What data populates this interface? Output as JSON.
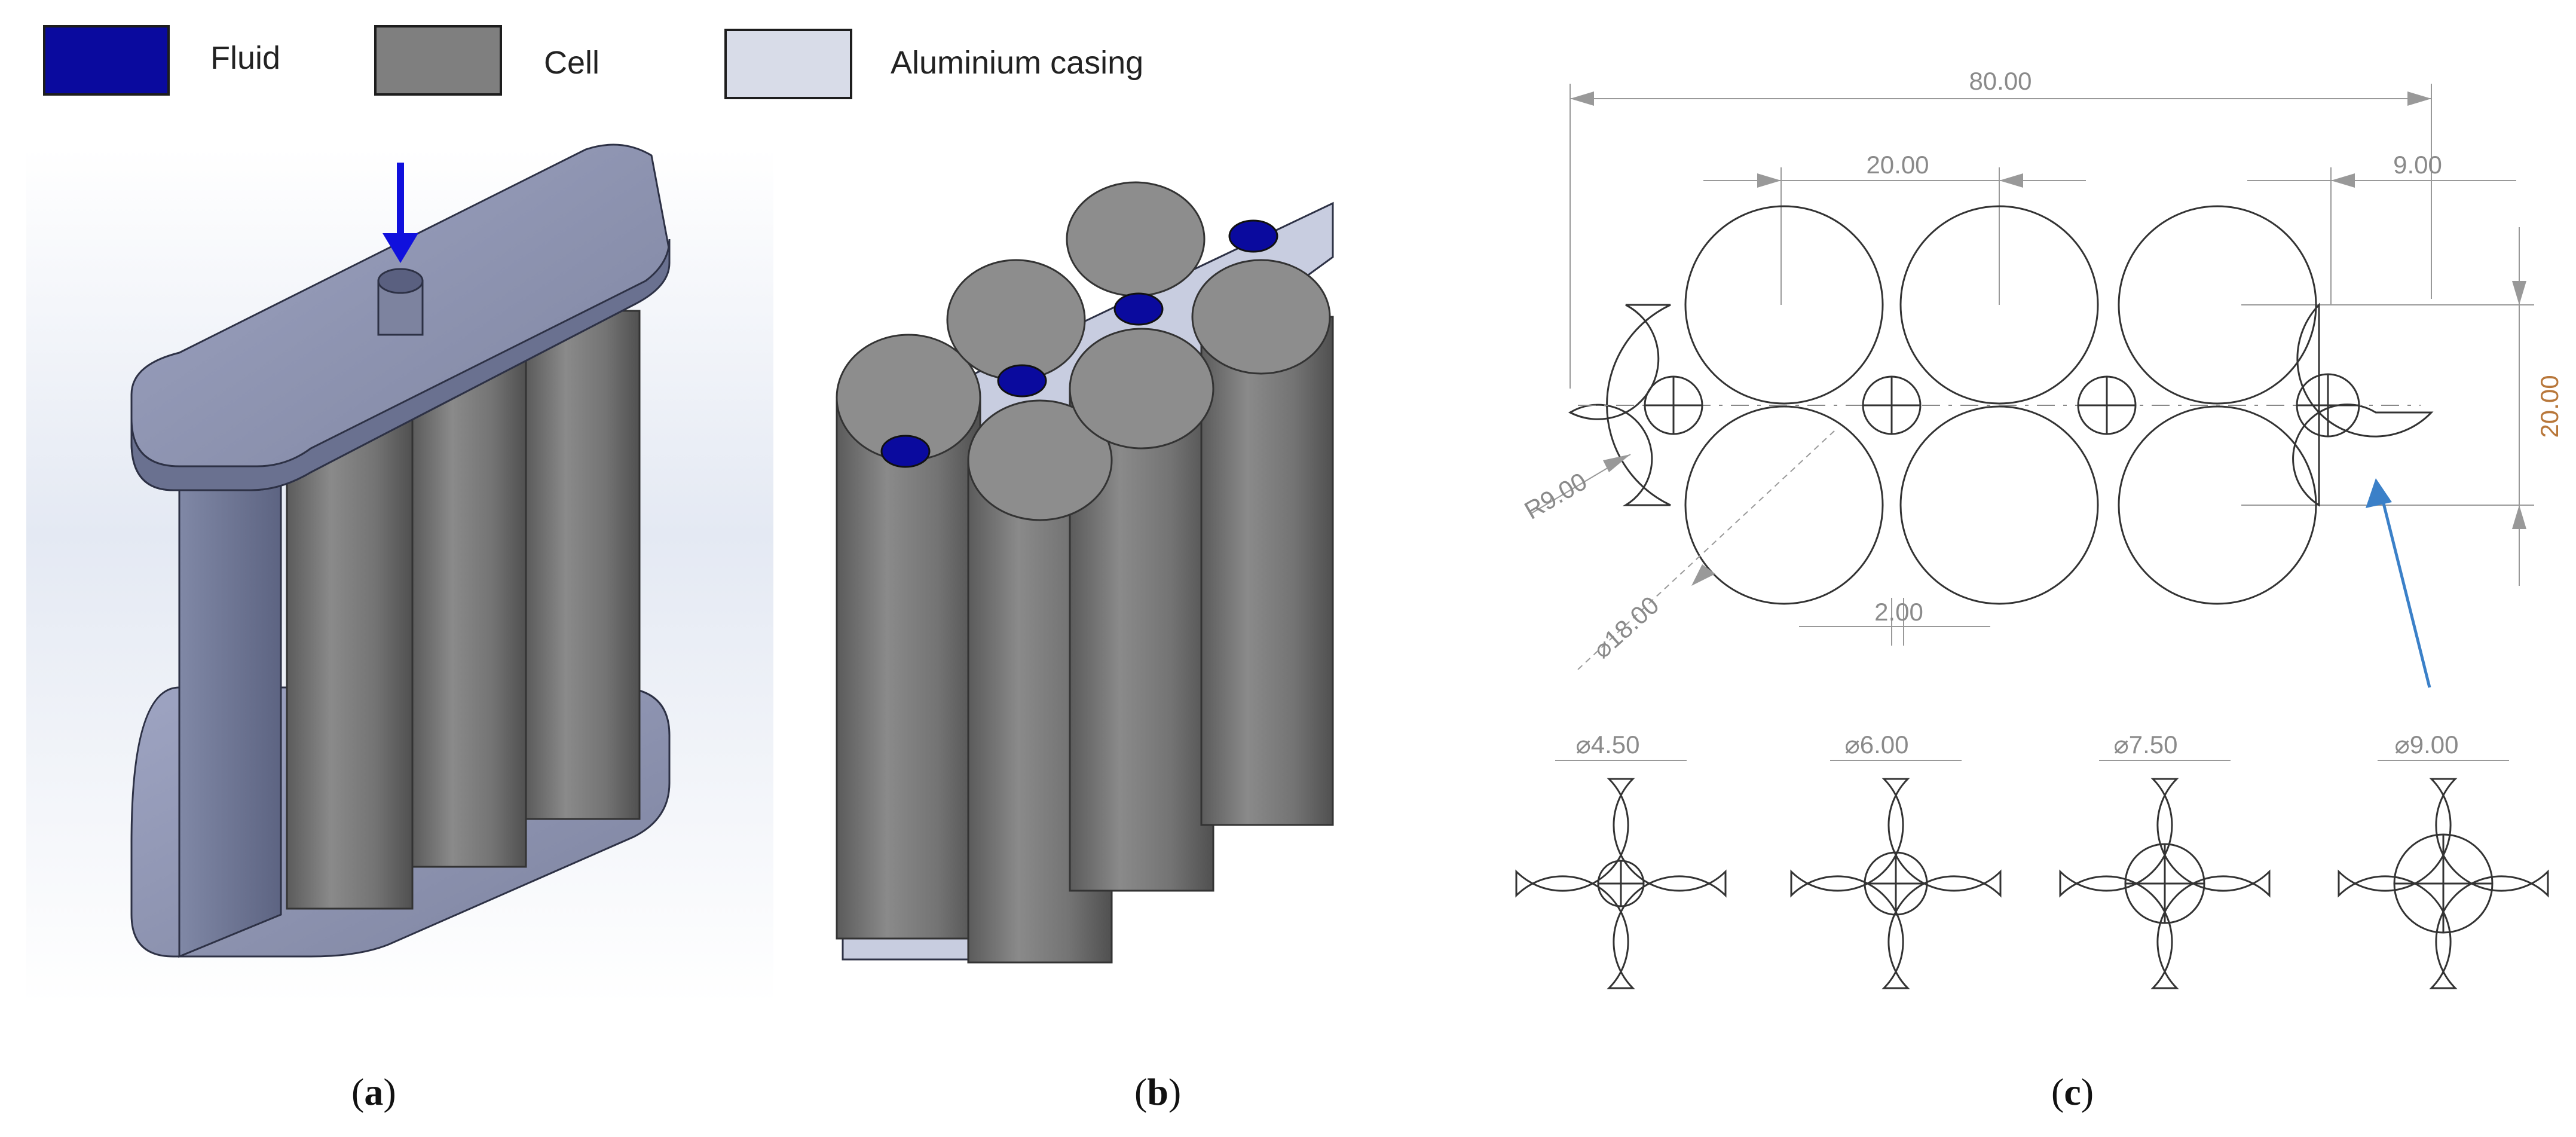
{
  "legend": {
    "items": [
      {
        "label": "Fluid",
        "color": "#0a0a9e"
      },
      {
        "label": "Cell",
        "color": "#7f7f7f"
      },
      {
        "label": "Aluminium casing",
        "color": "#d8dce8"
      }
    ]
  },
  "panels": {
    "a": {
      "label": "a"
    },
    "b": {
      "label": "b"
    },
    "c": {
      "label": "c"
    }
  },
  "dimensions": {
    "total_width": "80.00",
    "pitch": "20.00",
    "offset": "9.00",
    "row_pitch": "20.00",
    "radius": "R9.00",
    "cell_diameter": "⌀18.00",
    "gap": "2.00"
  },
  "channel_variants": [
    {
      "label": "⌀4.50"
    },
    {
      "label": "⌀6.00"
    },
    {
      "label": "⌀7.50"
    },
    {
      "label": "⌀9.00"
    }
  ],
  "colors": {
    "fluid": "#0a0a9e",
    "cell": "#7f7f7f",
    "casing": "#8d93ad",
    "arrow_dark": "#1010dd",
    "arrow_light": "#3b80c8"
  }
}
